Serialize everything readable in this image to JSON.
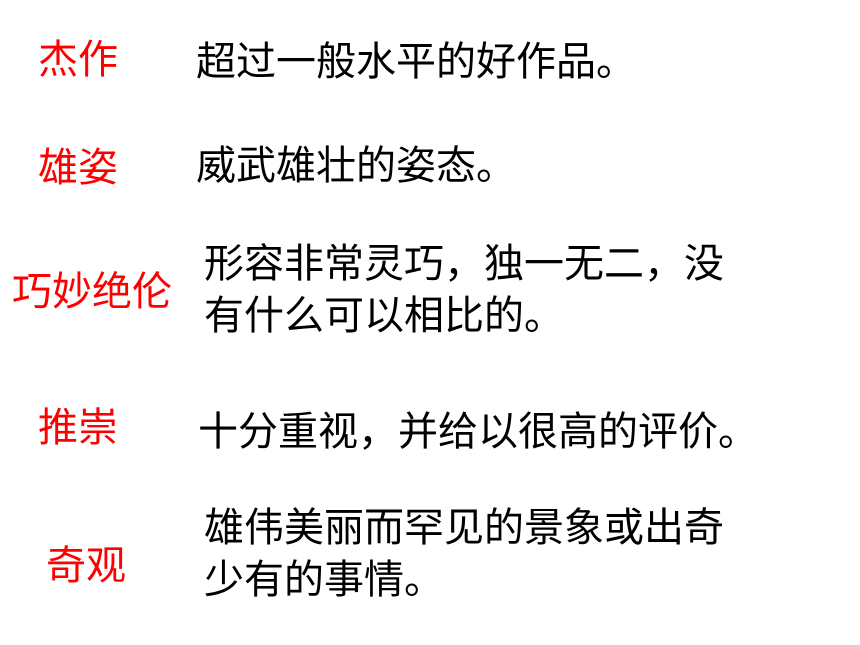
{
  "text_color_terms": "#ff0000",
  "text_color_definitions": "#000000",
  "entries": [
    {
      "term": "杰作",
      "definition_lines": [
        "超过一般水平的好作品。"
      ]
    },
    {
      "term": "雄姿",
      "definition_lines": [
        "威武雄壮的姿态。"
      ]
    },
    {
      "term": "巧妙绝伦",
      "definition_lines": [
        "形容非常灵巧，独一无二，没",
        "有什么可以相比的。"
      ]
    },
    {
      "term": "推崇",
      "definition_lines": [
        "十分重视，并给以很高的评价。"
      ]
    },
    {
      "term": "奇观",
      "definition_lines": [
        "雄伟美丽而罕见的景象或出奇",
        "少有的事情。"
      ]
    }
  ]
}
